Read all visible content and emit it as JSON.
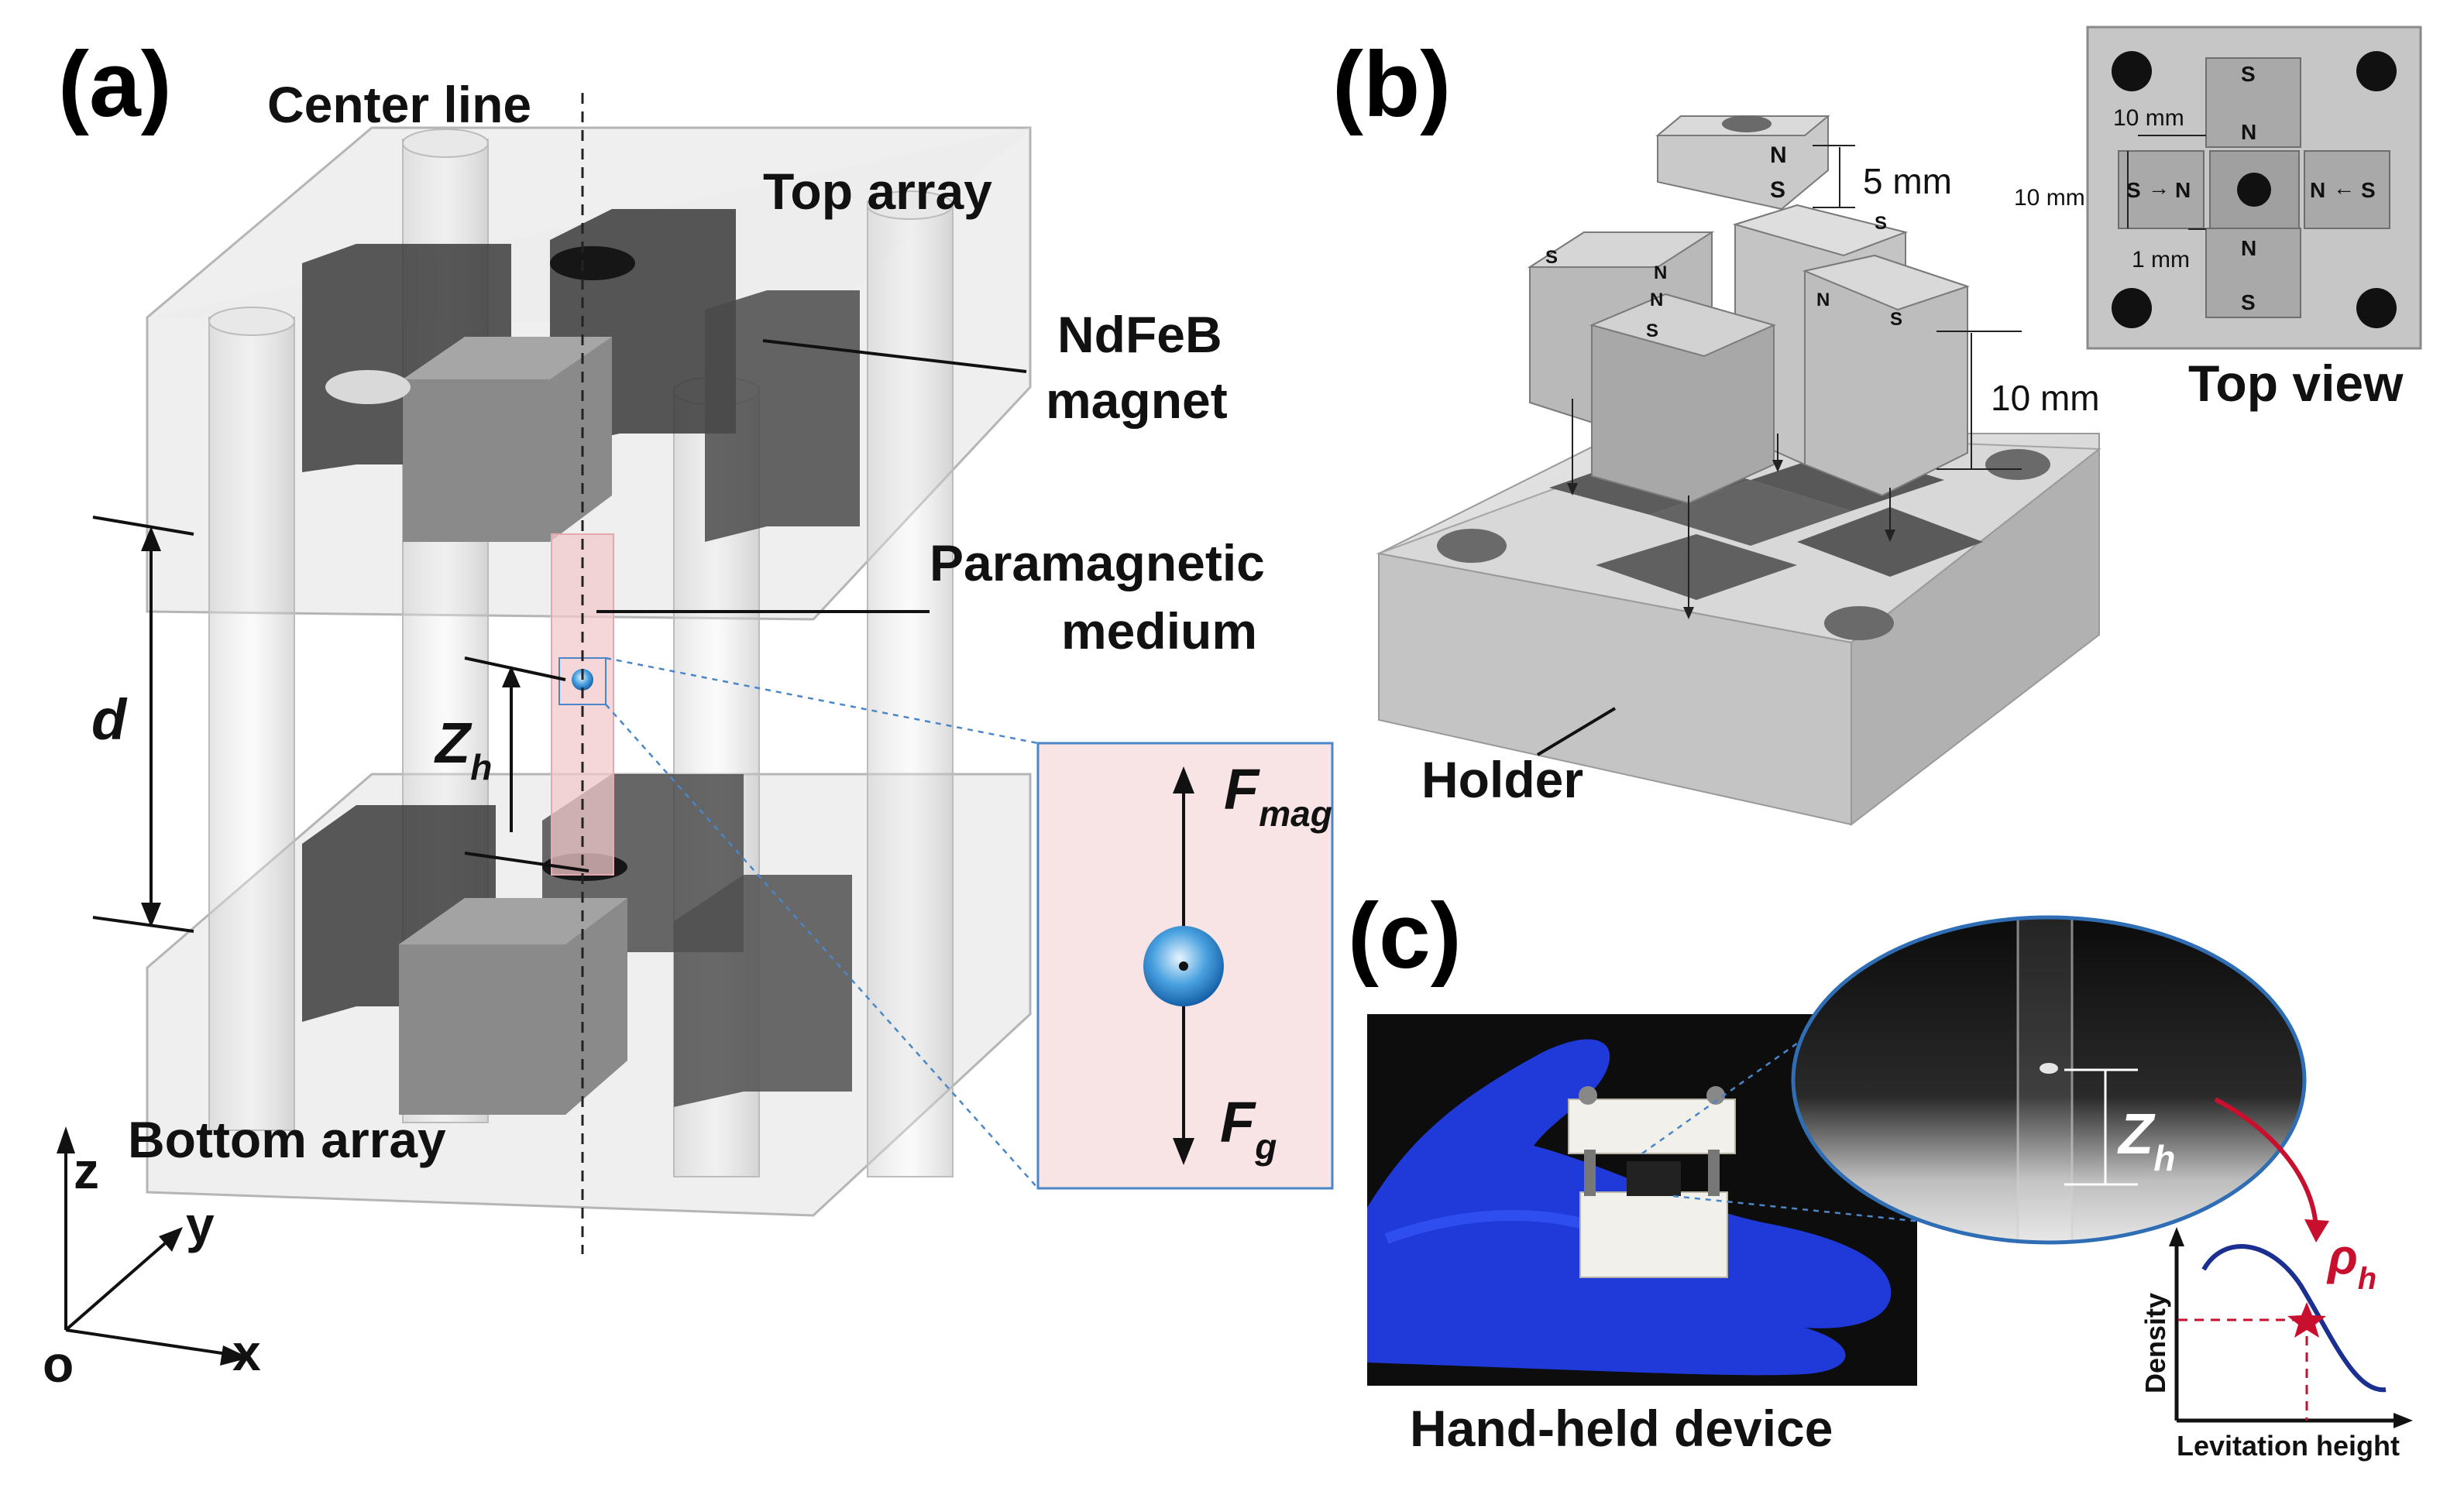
{
  "panels": {
    "a": "(a)",
    "b": "(b)",
    "c": "(c)"
  },
  "panel_a": {
    "center_line": "Center line",
    "top_array": "Top array",
    "magnet_1": "NdFeB",
    "magnet_2": "magnet",
    "medium_1": "Paramagnetic",
    "medium_2": "medium",
    "d": "d",
    "zh_main": "Z",
    "zh_sub": "h",
    "bottom_array": "Bottom array",
    "axis_z": "z",
    "axis_y": "y",
    "axis_x": "x",
    "axis_o": "o",
    "fmag_main": "F",
    "fmag_sub": "mag",
    "fg_main": "F",
    "fg_sub": "g"
  },
  "panel_b": {
    "dim_5mm": "5 mm",
    "dim_10mm": "10 mm",
    "holder": "Holder",
    "pole_n": "N",
    "pole_s": "S",
    "top_view": {
      "title": "Top view",
      "dim_10mm_a": "10 mm",
      "dim_10mm_b": "10 mm",
      "dim_1mm": "1 mm",
      "arrow": "→",
      "arrow_left": "←"
    }
  },
  "panel_c": {
    "caption": "Hand-held device",
    "zh_main": "Z",
    "zh_sub": "h",
    "rho_main": "ρ",
    "rho_sub": "h",
    "plot_ylabel": "Density",
    "plot_xlabel": "Levitation height"
  },
  "colors": {
    "glove": "#1f3ad8",
    "medium": "#f3c9cc",
    "particle": "#3a8fd6",
    "accent_red": "#c8102e",
    "curve": "#1a2f8f"
  }
}
